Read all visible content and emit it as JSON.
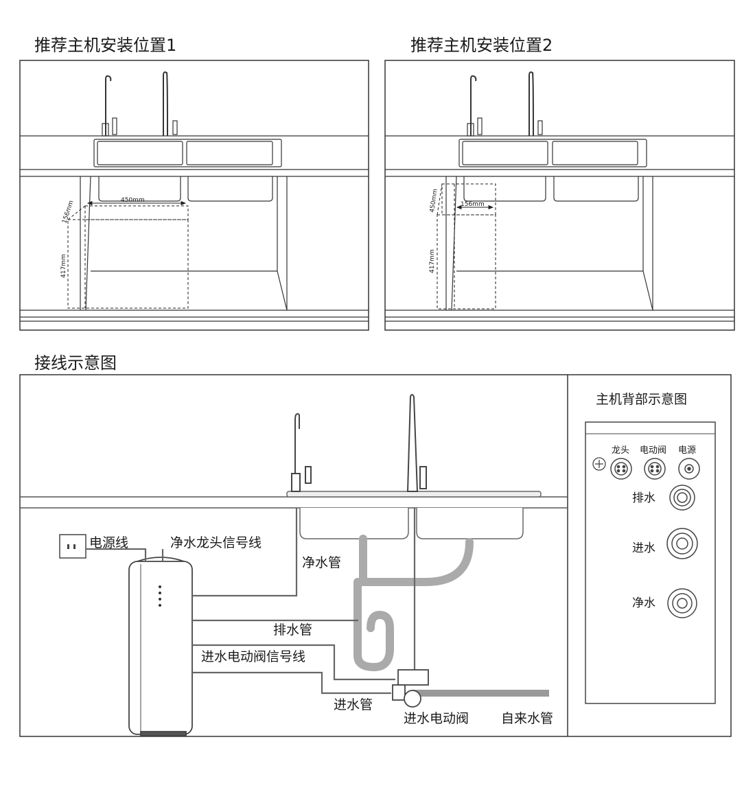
{
  "headings": {
    "install_position_1": "推荐主机安装位置1",
    "install_position_2": "推荐主机安装位置2",
    "wiring": "接线示意图"
  },
  "position_1": {
    "width": "450mm",
    "depth": "156mm",
    "height": "417mm"
  },
  "position_2": {
    "width": "156mm",
    "depth": "450mm",
    "height": "417mm"
  },
  "wiring": {
    "power_cord": "电源线",
    "faucet_signal_line": "净水龙头信号线",
    "pure_water_pipe": "净水管",
    "drain_pipe": "排水管",
    "inlet_valve_signal_line": "进水电动阀信号线",
    "inlet_pipe": "进水管",
    "inlet_valve": "进水电动阀",
    "tap_water_pipe": "自来水管"
  },
  "back_panel": {
    "title": "主机背部示意图",
    "faucet": "龙头",
    "solenoid_valve": "电动阀",
    "power": "电源",
    "drain": "排水",
    "inlet": "进水",
    "pure_water": "净水"
  }
}
